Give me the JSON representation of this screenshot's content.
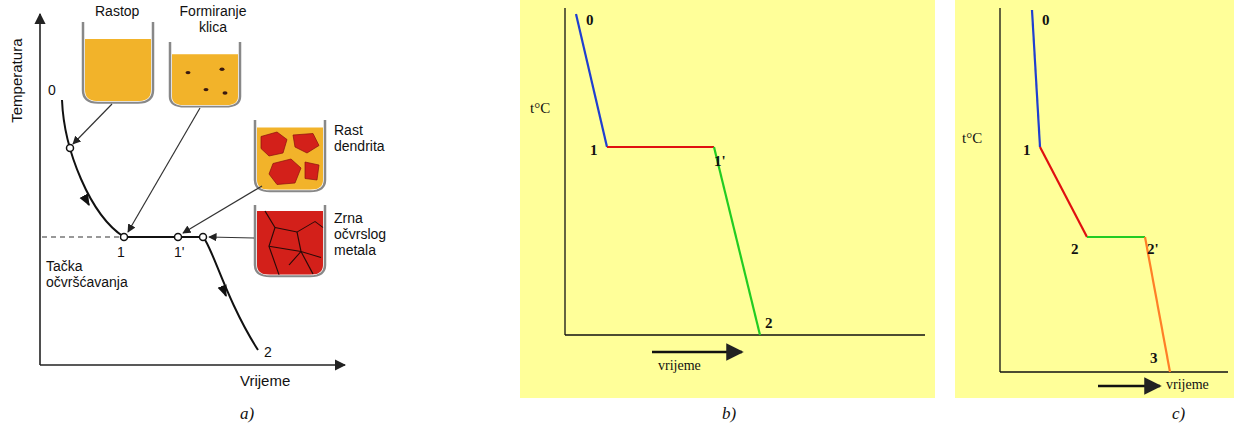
{
  "diagram": {
    "labels": [
      "Rastop",
      "Formiranje klica",
      "Temperatura",
      "0",
      "Rast dendrita",
      "Zrna očvrslog metala",
      "Tačka očvršćavanja",
      "1",
      "1'",
      "2",
      "Vrijeme",
      "a)",
      "0",
      "t°C",
      "1",
      "1'",
      "2",
      "vrijeme",
      "b)",
      "t°C",
      "0",
      "1",
      "2",
      "2'",
      "3",
      "vrijeme",
      "c)"
    ]
  }
}
